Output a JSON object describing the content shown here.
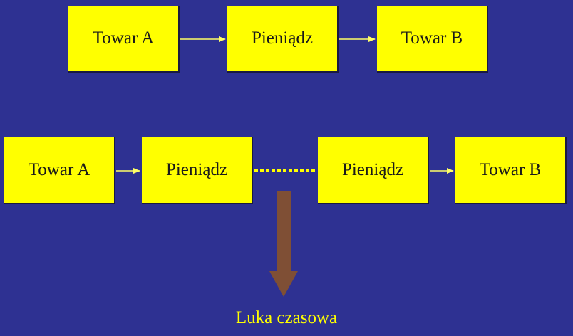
{
  "row1": {
    "box_a": "Towar A",
    "box_money": "Pieniądz",
    "box_b": "Towar B"
  },
  "row2": {
    "box_a": "Towar A",
    "box_money_1": "Pieniądz",
    "box_money_2": "Pieniądz",
    "box_b": "Towar B"
  },
  "caption": "Luka czasowa",
  "colors": {
    "background": "#2E3192",
    "box": "#FFFF00",
    "arrow_line": "#FFFF66",
    "dotted_gap": "#FFFF00",
    "big_arrow": "#7F4F35",
    "caption": "#FFFF00"
  }
}
